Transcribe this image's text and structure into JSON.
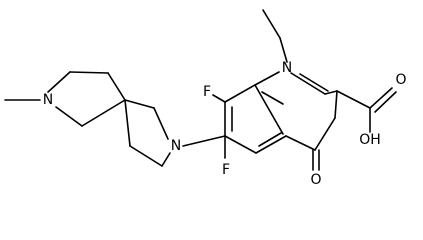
{
  "molecule": {
    "atoms": {
      "F_top": "F",
      "F_bottom": "F",
      "N_ring": "N",
      "N_spiro": "N",
      "N_methyl": "N",
      "O_keto": "O",
      "O_hydroxyl": "OH",
      "O_carbonyl": "O"
    }
  },
  "colors": {
    "bond": "#000000",
    "label": "#000000",
    "background": "#ffffff"
  }
}
